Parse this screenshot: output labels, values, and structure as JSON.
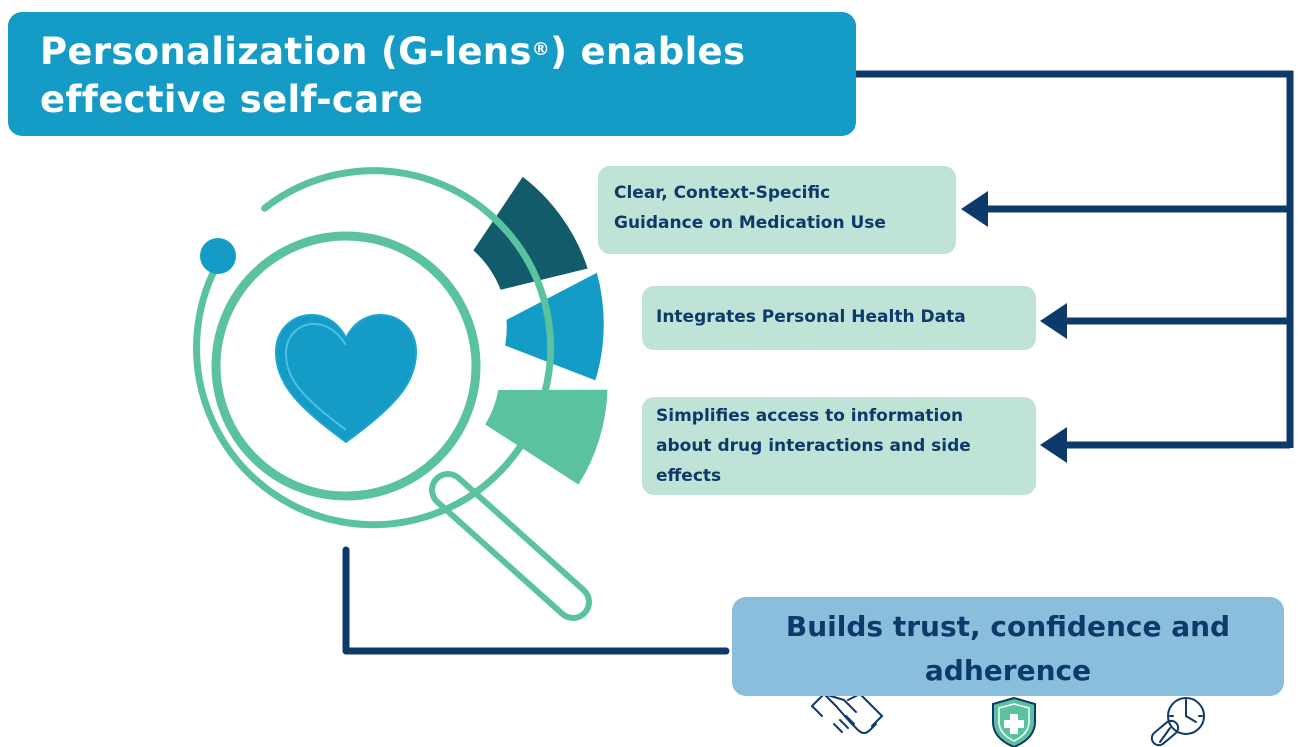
{
  "title": {
    "line1_pre": "Personalization (G-lens",
    "registered_mark": "®",
    "line1_post": ") enables",
    "line2": "effective self-care"
  },
  "benefits": [
    {
      "lines": [
        "Clear, Context-Specific",
        "Guidance on Medication Use"
      ]
    },
    {
      "lines": [
        "Integrates Personal Health Data"
      ]
    },
    {
      "lines": [
        "Simplifies access to information",
        "about drug interactions and side",
        "effects"
      ]
    }
  ],
  "outcome": {
    "lines": [
      "Builds trust, confidence and",
      "adherence"
    ]
  },
  "icons": [
    "handshake-icon",
    "shield-medical-cross-icon",
    "pill-clock-icon",
    "heart-icon",
    "magnifier-icon"
  ],
  "colors": {
    "title_bg": "#149cc6",
    "card_bg": "#bfe3d6",
    "outcome_bg": "#89bfdc",
    "navy": "#0e3a6b",
    "teal_dark": "#125b6b",
    "blue": "#149cc6",
    "green": "#5bc29f"
  }
}
